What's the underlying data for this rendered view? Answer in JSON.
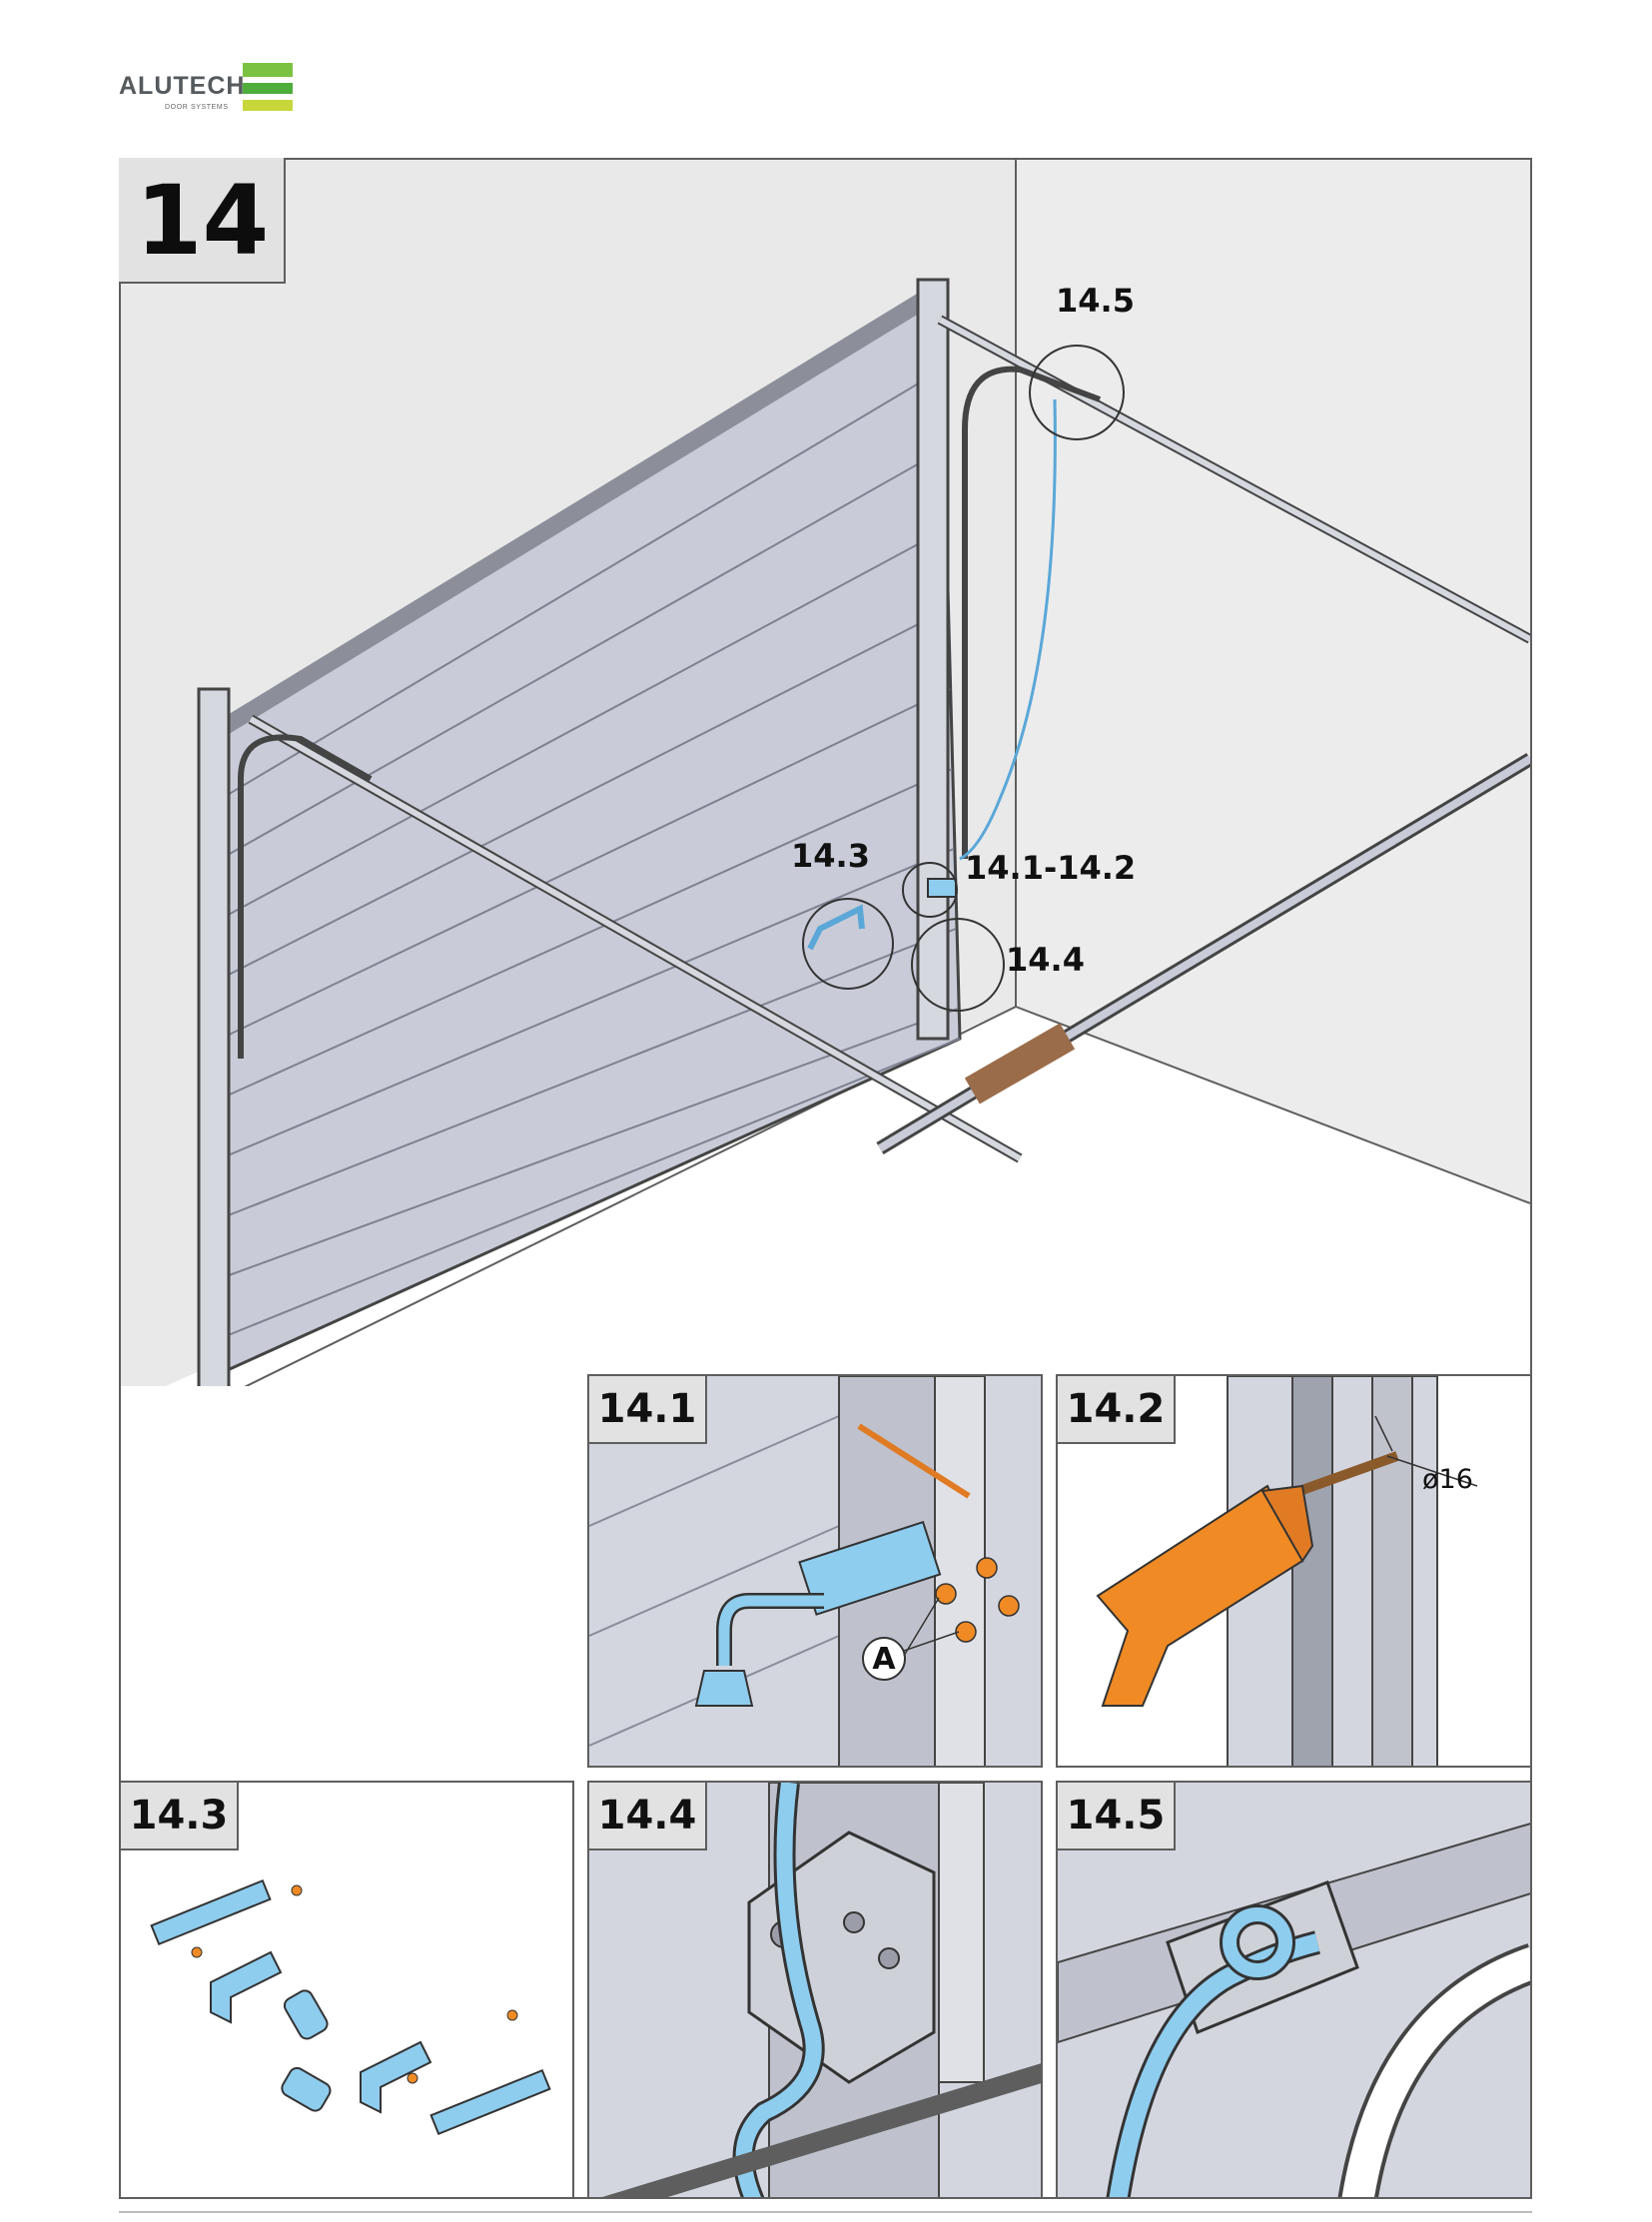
{
  "brand": {
    "name": "ALUTECH",
    "tagline": "DOOR SYSTEMS"
  },
  "step": {
    "number": "14"
  },
  "callouts": {
    "c145": "14.5",
    "c143": "14.3",
    "c141_142": "14.1-14.2",
    "c144": "14.4"
  },
  "panels": {
    "p141": {
      "label": "14.1",
      "marker": "A"
    },
    "p142": {
      "label": "14.2",
      "dimension": "ø16"
    },
    "p143": {
      "label": "14.3"
    },
    "p144": {
      "label": "14.4"
    },
    "p145": {
      "label": "14.5"
    }
  },
  "colors": {
    "wall": "#e9e9e9",
    "panel_fill": "#c9ccd8",
    "part_blue": "#8fcdee",
    "drill_orange": "#f08a24",
    "frame_gray": "#5e5e5e",
    "brand_green": "#4fae3b"
  }
}
